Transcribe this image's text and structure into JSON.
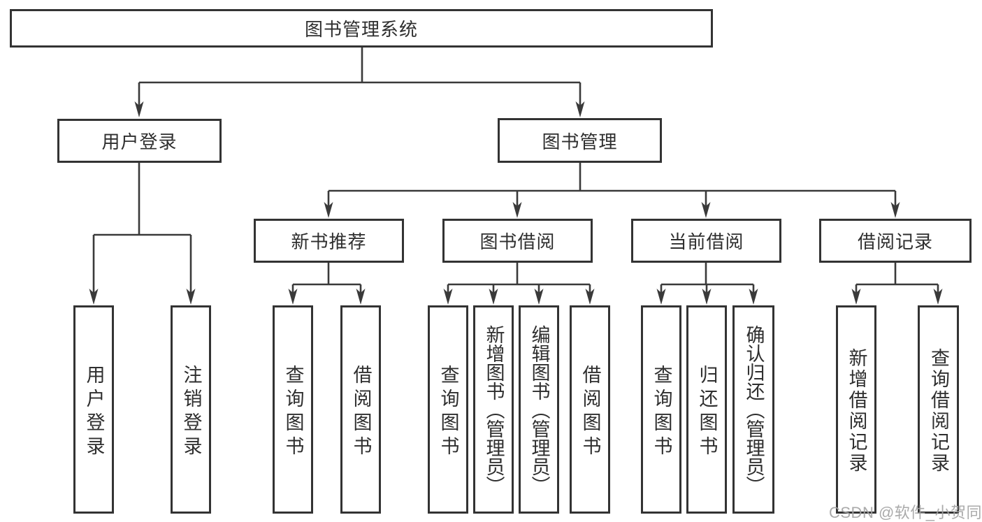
{
  "diagram": {
    "title": "图书管理系统",
    "level2": {
      "user_login": "用户登录",
      "book_mgmt": "图书管理"
    },
    "level3": {
      "new_books": "新书推荐",
      "book_borrow": "图书借阅",
      "current_borrow": "当前借阅",
      "borrow_records": "借阅记录"
    },
    "leaves": {
      "login": "用户登录",
      "logout": "注销登录",
      "nb_query": "查询图书",
      "nb_borrow": "借阅图书",
      "bb_query": "查询图书",
      "bb_add": "新增图书（管理员）",
      "bb_edit": "编辑图书（管理员）",
      "bb_borrow": "借阅图书",
      "cb_query": "查询图书",
      "cb_return": "归还图书",
      "cb_confirm": "确认归还（管理员）",
      "br_add": "新增借阅记录",
      "br_query": "查询借阅记录"
    },
    "watermark": "CSDN @软件_小贺同学",
    "colors": {
      "line": "#3a3a3a",
      "border": "#333333",
      "text": "#2e2e2e",
      "watermark": "#a3a3a3",
      "background": "#ffffff"
    }
  }
}
